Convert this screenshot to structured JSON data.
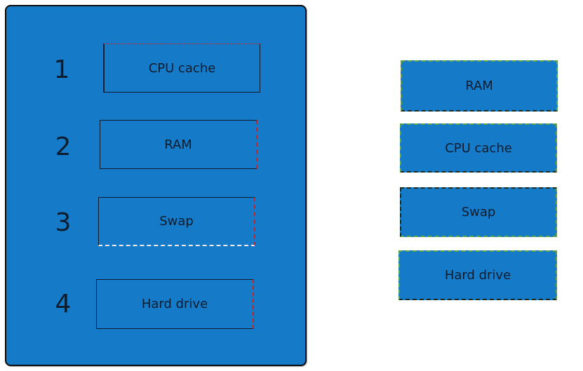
{
  "answer_panel": {
    "slots": [
      {
        "number": "1",
        "label": "CPU cache"
      },
      {
        "number": "2",
        "label": "RAM"
      },
      {
        "number": "3",
        "label": "Swap"
      },
      {
        "number": "4",
        "label": "Hard drive"
      }
    ]
  },
  "options": [
    {
      "label": "RAM"
    },
    {
      "label": "CPU cache"
    },
    {
      "label": "Swap"
    },
    {
      "label": "Hard drive"
    }
  ],
  "colors": {
    "panel_fill": "#157bc8",
    "text": "#0f1c2e",
    "slot_dash_accent": "#c0262a",
    "option_dash_accent": "#5aa34a"
  }
}
